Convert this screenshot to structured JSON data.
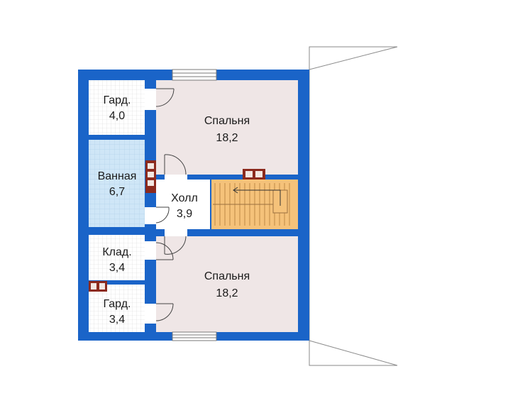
{
  "colors": {
    "wall": "#1a64c8",
    "room_floor": "#efe6e6",
    "tile": "#cfe6f7",
    "stair": "#f5c27a",
    "hall": "#ffffff",
    "chimney": "#8c2a1e",
    "outline": "#7a7a7a"
  },
  "rooms": {
    "gard_top": {
      "name": "Гард.",
      "area": "4,0"
    },
    "bedroom_top": {
      "name": "Спальня",
      "area": "18,2"
    },
    "bath": {
      "name": "Ванная",
      "area": "6,7"
    },
    "hall": {
      "name": "Холл",
      "area": "3,9"
    },
    "klad": {
      "name": "Клад.",
      "area": "3,4"
    },
    "bedroom_bottom": {
      "name": "Спальня",
      "area": "18,2"
    },
    "gard_bottom": {
      "name": "Гард.",
      "area": "3,4"
    }
  }
}
